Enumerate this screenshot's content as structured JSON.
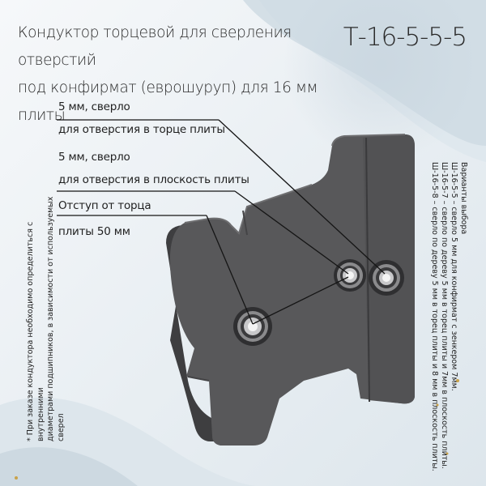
{
  "title_line1": "Кондуктор торцевой для сверления отверстий",
  "title_line2": "под конфирмат (еврошуруп) для 16 мм плиты",
  "product_code": "Т-16-5-5-5",
  "callouts": {
    "hole_edge_line1": "5 мм, сверло",
    "hole_edge_line2": "для отверстия в торце плиты",
    "hole_face_line1": "5 мм, сверло",
    "hole_face_line2": "для отверстия в плоскость плиты",
    "offset_line1": "Отступ от торца",
    "offset_line2": "плиты 50 мм"
  },
  "side_note_left": {
    "line1": "* При заказе кондуктора необходимо определиться с внутренними",
    "line2": "диаметрами подшипников, в зависимости от используемых сверел"
  },
  "variants": {
    "heading": "Варианты выбора",
    "items": [
      "Ш-16-5-5 – сверло 5 мм для конфирмат с зенкером 7мм.",
      "Ш-16-5-7 – сверло по дереву 5 мм в торец плиты и 7мм в плоскость плиты.",
      "Ш-16-5-8 – сверло по дереву 5 мм в торец плиты и 8 мм в плоскость плиты."
    ]
  },
  "colors": {
    "body": "#58585a",
    "body_dark": "#3d3d3f",
    "background": "#eef2f5"
  }
}
